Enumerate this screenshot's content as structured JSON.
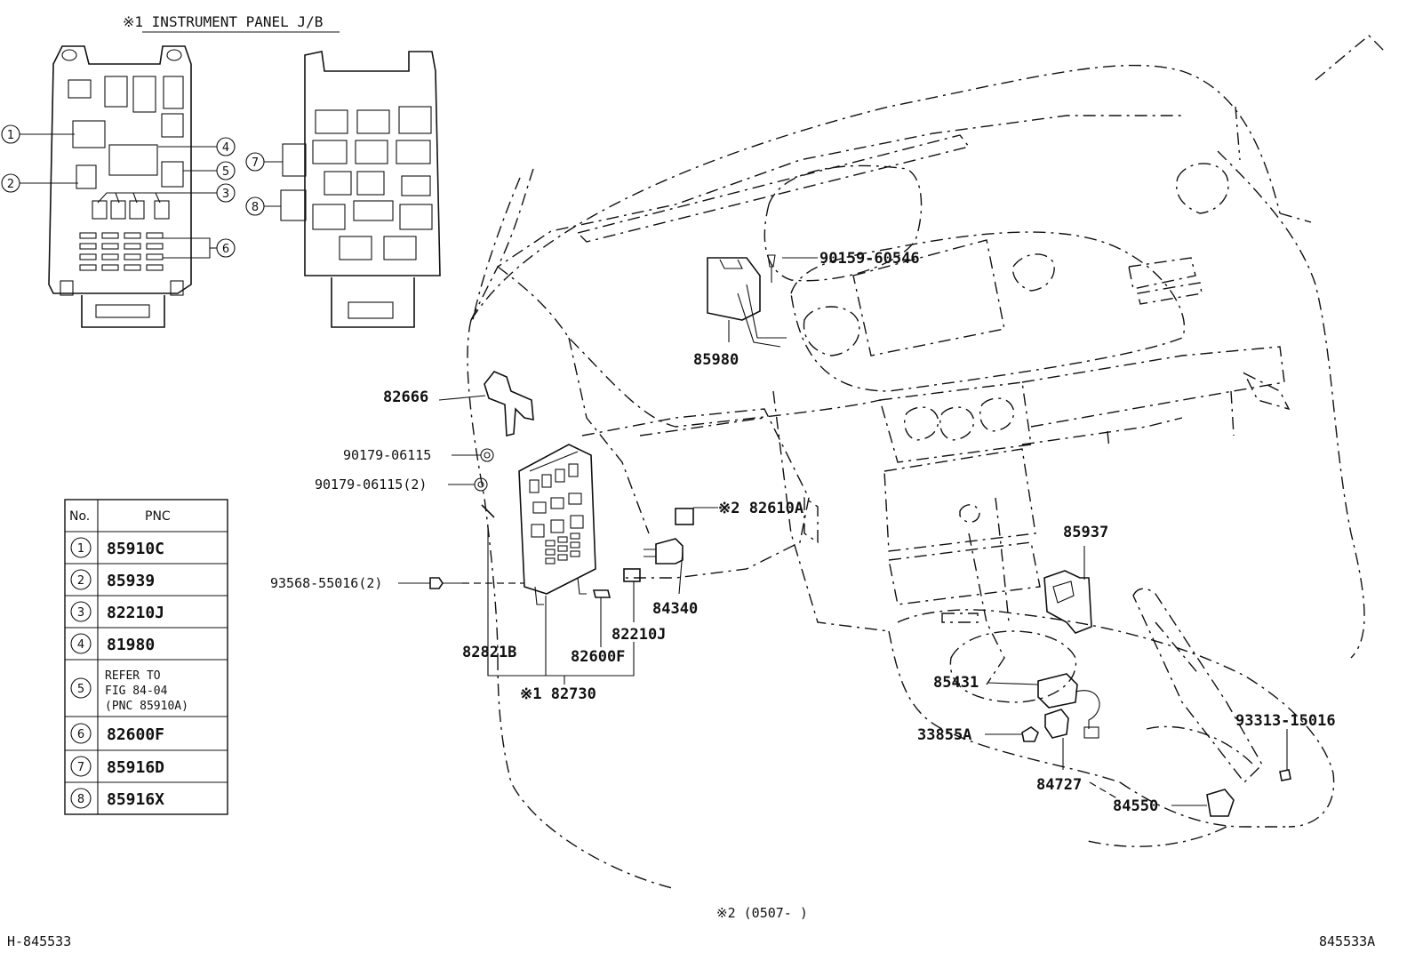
{
  "title": "※1 INSTRUMENT PANEL J/B",
  "callouts": [
    "1",
    "2",
    "3",
    "4",
    "5",
    "6",
    "7",
    "8"
  ],
  "table": {
    "headers": [
      "No.",
      "PNC"
    ],
    "rows": [
      {
        "no": "1",
        "pnc": "85910C"
      },
      {
        "no": "2",
        "pnc": "85939"
      },
      {
        "no": "3",
        "pnc": "82210J"
      },
      {
        "no": "4",
        "pnc": "81980"
      },
      {
        "no": "5",
        "pnc_lines": [
          "REFER TO",
          "FIG 84-04",
          "(PNC 85910A)"
        ]
      },
      {
        "no": "6",
        "pnc": "82600F"
      },
      {
        "no": "7",
        "pnc": "85916D"
      },
      {
        "no": "8",
        "pnc": "85916X"
      }
    ]
  },
  "part_labels": {
    "p90159": "90159-60546",
    "p85980": "85980",
    "p82666": "82666",
    "p90179a": "90179-06115",
    "p90179b": "90179-06115(2)",
    "p82610": "※2 82610A",
    "p93568": "93568-55016(2)",
    "p84340": "84340",
    "p82821": "82821B",
    "p82600": "82600F",
    "p82210": "82210J",
    "p82730": "※1 82730",
    "p85937": "85937",
    "p85431": "85431",
    "p33855": "33855A",
    "p84727": "84727",
    "p84550": "84550",
    "p93313": "93313-15016"
  },
  "footnote": "※2 (0507-     )",
  "code_left": "H-845533",
  "code_right": "845533A"
}
